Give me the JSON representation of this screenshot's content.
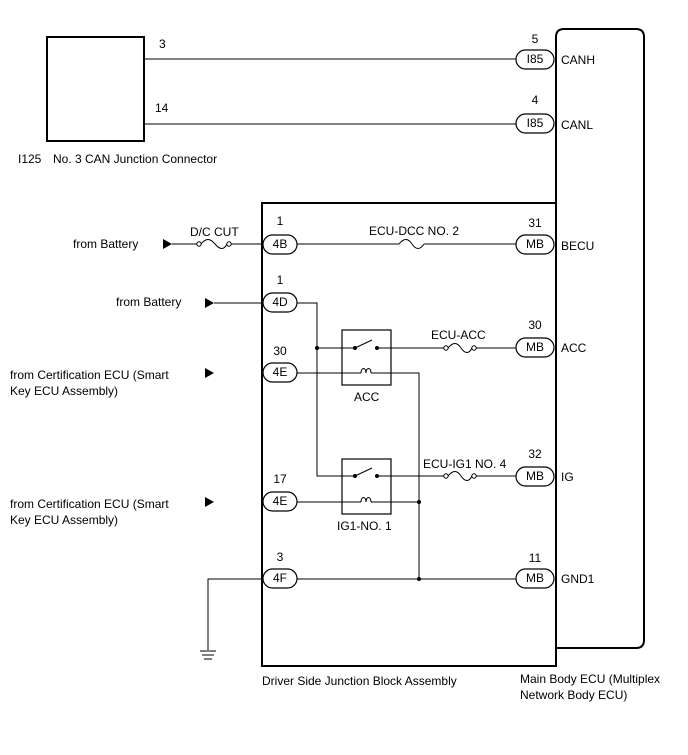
{
  "can_junction": {
    "id": "I125",
    "name": "No. 3 CAN Junction Connector",
    "pin_canh": "3",
    "pin_canl": "14"
  },
  "main_ecu": {
    "name_line1": "Main Body ECU (Multiplex",
    "name_line2": "Network Body ECU)",
    "connectors": [
      {
        "pin": "5",
        "code": "I85",
        "signal": "CANH"
      },
      {
        "pin": "4",
        "code": "I85",
        "signal": "CANL"
      },
      {
        "pin": "31",
        "code": "MB",
        "signal": "BECU"
      },
      {
        "pin": "30",
        "code": "MB",
        "signal": "ACC"
      },
      {
        "pin": "32",
        "code": "MB",
        "signal": "IG"
      },
      {
        "pin": "11",
        "code": "MB",
        "signal": "GND1"
      }
    ]
  },
  "junction_block": {
    "name": "Driver Side Junction Block Assembly",
    "connectors": [
      {
        "pin": "1",
        "code": "4B"
      },
      {
        "pin": "1",
        "code": "4D"
      },
      {
        "pin": "30",
        "code": "4E"
      },
      {
        "pin": "17",
        "code": "4E"
      },
      {
        "pin": "3",
        "code": "4F"
      }
    ],
    "fuses": {
      "dc_cut": "D/C CUT",
      "ecu_dcc": "ECU-DCC NO. 2",
      "ecu_acc": "ECU-ACC",
      "ecu_ig1": "ECU-IG1 NO. 4"
    },
    "relays": {
      "acc": "ACC",
      "ig1": "IG1-NO. 1"
    }
  },
  "sources": {
    "battery1": "from Battery",
    "battery2": "from Battery",
    "cert1_line1": "from Certification ECU (Smart",
    "cert1_line2": "Key ECU Assembly)",
    "cert2_line1": "from Certification ECU (Smart",
    "cert2_line2": "Key ECU Assembly)"
  }
}
